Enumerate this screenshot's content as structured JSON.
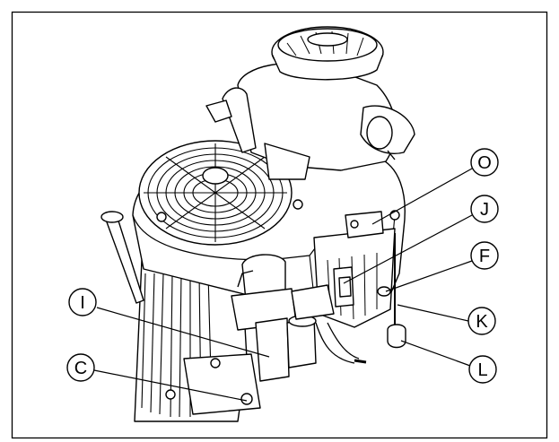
{
  "callouts": {
    "O": "O",
    "J": "J",
    "F": "F",
    "K": "K",
    "L": "L",
    "I": "I",
    "C": "C"
  }
}
